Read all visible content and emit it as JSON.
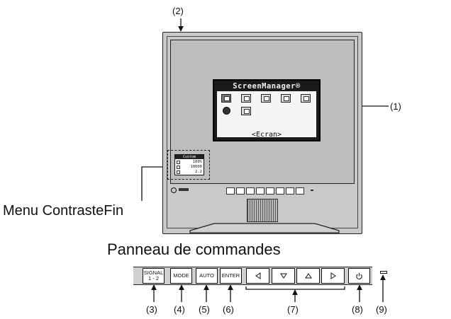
{
  "callouts": {
    "c1": "(1)",
    "c2": "(2)",
    "c3": "(3)",
    "c4": "(4)",
    "c5": "(5)",
    "c6": "(6)",
    "c7": "(7)",
    "c8": "(8)",
    "c9": "(9)"
  },
  "osd": {
    "title": "ScreenManager®",
    "label": "<Ecran>"
  },
  "contrast_menu": {
    "title": "Custom",
    "row1": "100%",
    "row2": "10000",
    "row3": "2.2"
  },
  "labels": {
    "menu_contrastefin": "Menu ContrasteFin",
    "panneau": "Panneau de commandes"
  },
  "buttons": {
    "signal": "SIGNAL\n1 - 2",
    "mode": "MODE",
    "auto": "AUTO",
    "enter": "ENTER",
    "left_icon": "left-triangle-icon",
    "down_icon": "down-triangle-icon",
    "up_icon": "up-triangle-icon",
    "right_icon": "right-triangle-icon",
    "power_icon": "power-icon"
  }
}
